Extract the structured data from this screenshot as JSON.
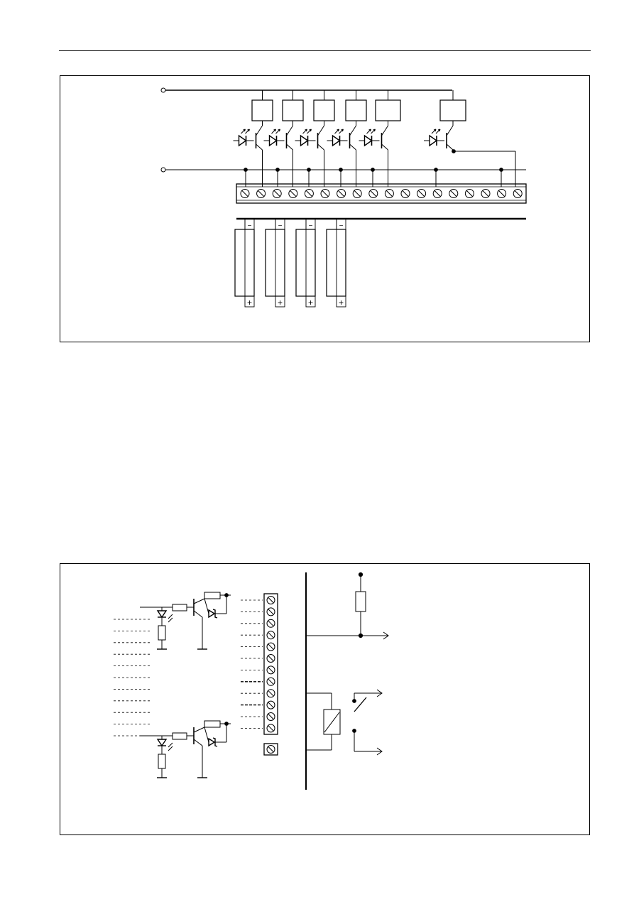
{
  "page": {
    "header_rule": true,
    "body_text": ""
  },
  "figure_1": {
    "relays": 6,
    "terminal_count": 18,
    "batteries": [
      {
        "minus_label": "−",
        "plus_label": "+"
      },
      {
        "minus_label": "−",
        "plus_label": "+"
      },
      {
        "minus_label": "−",
        "plus_label": "+"
      },
      {
        "minus_label": "−",
        "plus_label": "+"
      }
    ]
  },
  "figure_2": {
    "terminal_count": 12,
    "input_lines": 11
  },
  "colors": {
    "ink": "#000000",
    "paper": "#ffffff"
  }
}
